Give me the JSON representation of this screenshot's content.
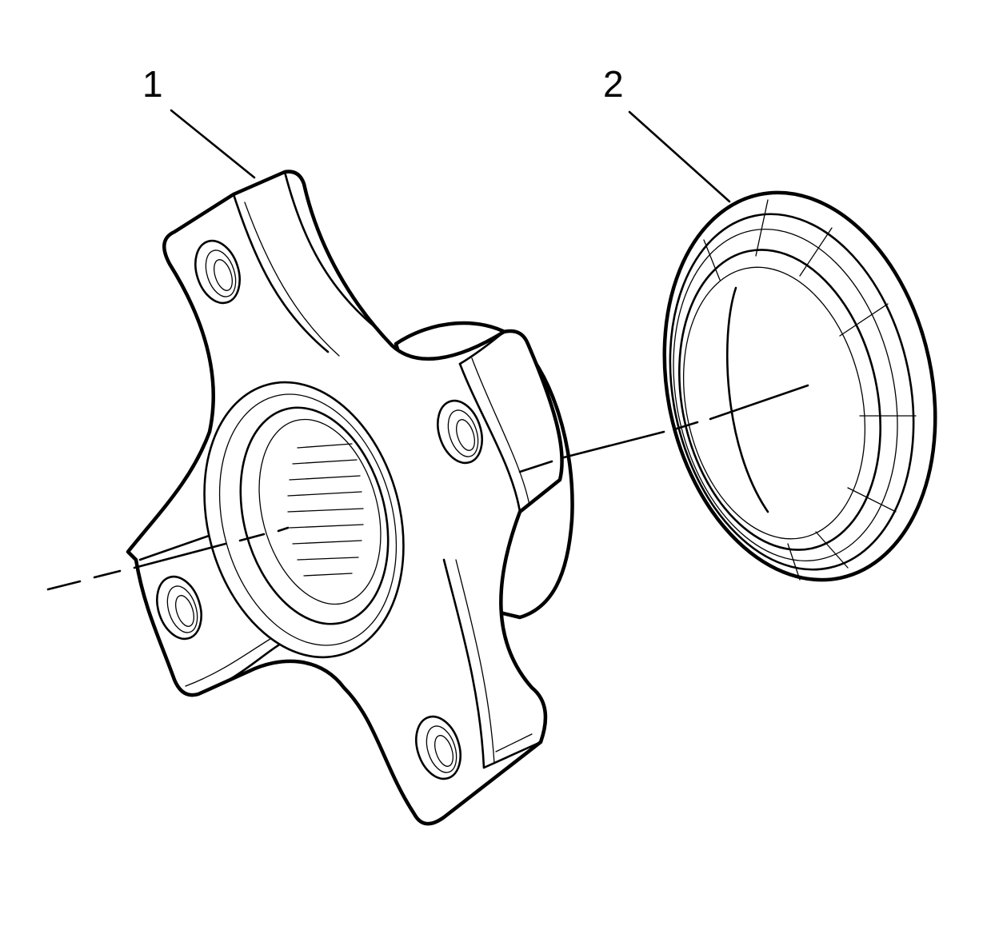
{
  "callouts": [
    {
      "id": "1",
      "label": "1"
    },
    {
      "id": "2",
      "label": "2"
    }
  ],
  "colors": {
    "line": "#000000",
    "background": "#ffffff"
  },
  "icons": [
    "flange-part",
    "seal-ring-part",
    "center-axis-line",
    "leader-line"
  ]
}
